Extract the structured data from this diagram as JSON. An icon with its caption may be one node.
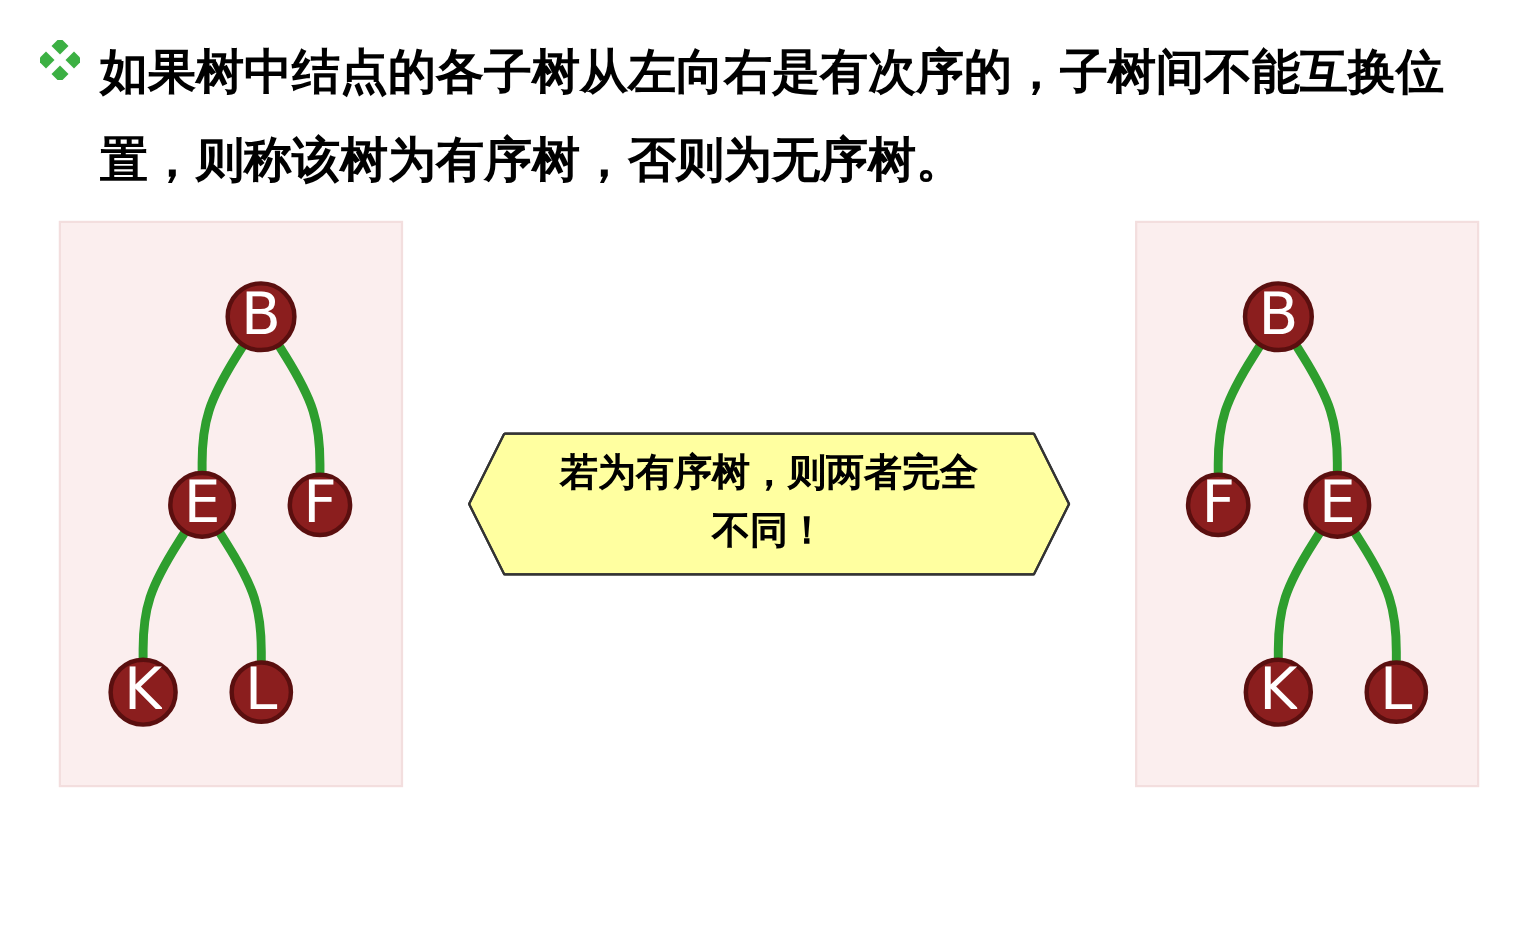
{
  "diagram": {
    "title": "如果树中结点的各子树从左向右是有次序的，子树间不能互换位置，则称该树为有序树，否则为无序树。",
    "nodes": [
      {
        "text": [],
        "shape": "box"
      },
      {
        "text": [
          "B"
        ],
        "in": 0
      },
      {
        "text": [
          "E"
        ],
        "in": 0
      },
      {
        "text": [
          "F"
        ],
        "in": 0
      },
      {
        "text": [
          "K"
        ],
        "in": 0
      },
      {
        "text": [
          "L"
        ],
        "in": 0
      },
      {
        "text": [
          "若为有序树，则两者完全不同！"
        ]
      },
      {
        "text": [],
        "shape": "box"
      },
      {
        "text": [
          "B"
        ],
        "in": 7
      },
      {
        "text": [
          "F"
        ],
        "in": 7
      },
      {
        "text": [
          "E"
        ],
        "in": 7
      },
      {
        "text": [
          "K"
        ],
        "in": 7
      },
      {
        "text": [
          "L"
        ],
        "in": 7
      }
    ],
    "edges": [
      {
        "from": 1,
        "to": 2,
        "arrow": "none"
      },
      {
        "from": 1,
        "to": 3,
        "arrow": "none"
      },
      {
        "from": 2,
        "to": 4,
        "arrow": "none"
      },
      {
        "from": 2,
        "to": 5,
        "arrow": "none"
      },
      {
        "from": 8,
        "to": 9,
        "arrow": "none"
      },
      {
        "from": 8,
        "to": 10,
        "arrow": "none"
      },
      {
        "from": 10,
        "to": 11,
        "arrow": "none"
      },
      {
        "from": 10,
        "to": 12,
        "arrow": "none"
      }
    ]
  }
}
